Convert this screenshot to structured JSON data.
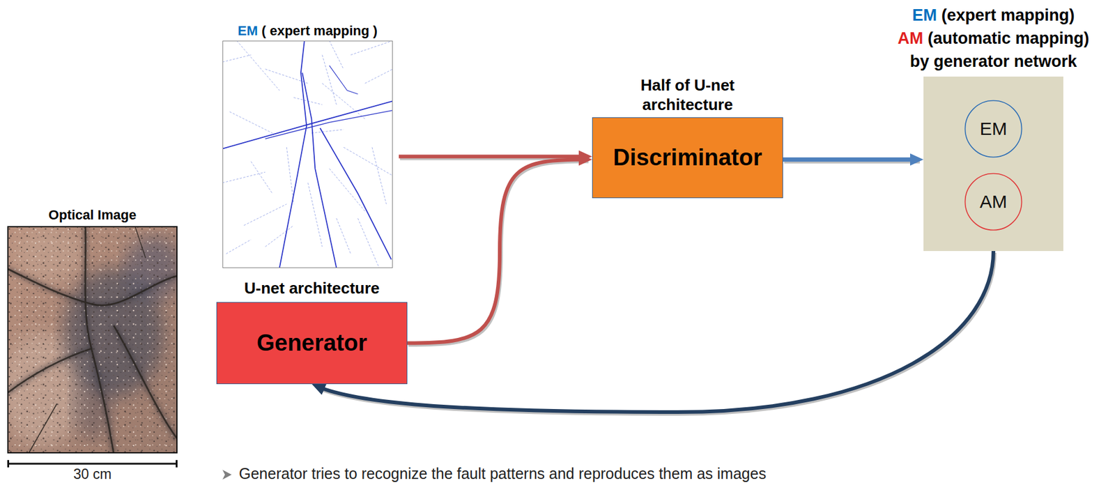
{
  "diagram": {
    "nodes": [
      {
        "text": [
          "Optical Image"
        ]
      },
      {
        "text": [
          "EM",
          "( expert mapping )"
        ]
      },
      {
        "text": [
          "U-net architecture",
          "Generator"
        ]
      },
      {
        "text": [
          "Half of U-net architecture",
          "Discriminator"
        ]
      },
      {
        "text": [
          "EM",
          "(expert mapping)",
          "AM",
          "(automatic mapping)",
          "by generator network"
        ]
      },
      {
        "text": [
          "EM"
        ],
        "in": 4
      },
      {
        "text": [
          "AM"
        ],
        "in": 4
      }
    ],
    "edges": [
      {
        "from": 1,
        "to": 3,
        "arrow": "to"
      },
      {
        "from": 2,
        "to": 3,
        "arrow": "to"
      },
      {
        "from": 3,
        "to": 4,
        "arrow": "to"
      },
      {
        "from": 4,
        "to": 2,
        "arrow": "to"
      }
    ],
    "labels": [
      "30 cm",
      "Generator tries to recognize the fault patterns and reproduces them as images"
    ]
  }
}
